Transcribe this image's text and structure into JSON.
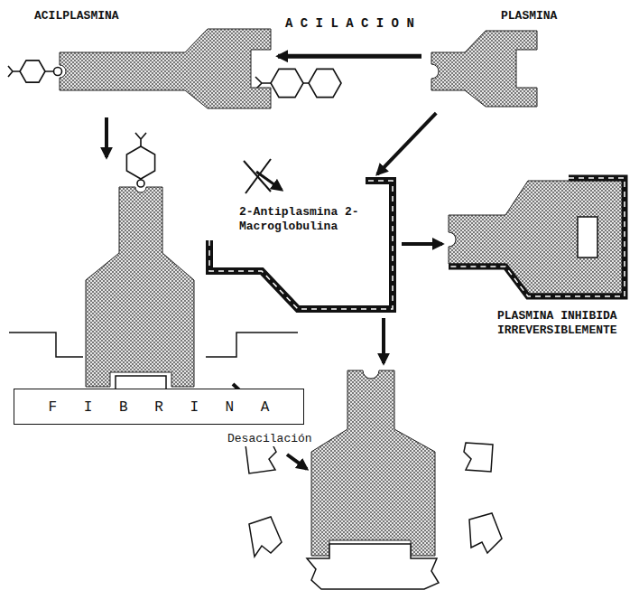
{
  "diagram": {
    "nodes": [
      {
        "text": [
          "ACILPLASMINA"
        ]
      },
      {
        "text": [
          "PLASMINA"
        ]
      },
      {
        "text": [
          "2-Antiplasmina 2-Macroglobulina"
        ]
      },
      {
        "text": [
          "PLASMINA INHIBIDA IRREVERSIBLEMENTE"
        ]
      },
      {
        "text": [
          "F I B R I N A"
        ]
      }
    ],
    "edges": [
      {
        "from": 1,
        "to": 0,
        "label": "A C I L A C I O N",
        "arrow": "to"
      },
      {
        "from": 1,
        "to": 2,
        "arrow": "to"
      },
      {
        "from": 2,
        "to": 3,
        "arrow": "to"
      }
    ],
    "labels": [
      "Desacilación"
    ]
  }
}
